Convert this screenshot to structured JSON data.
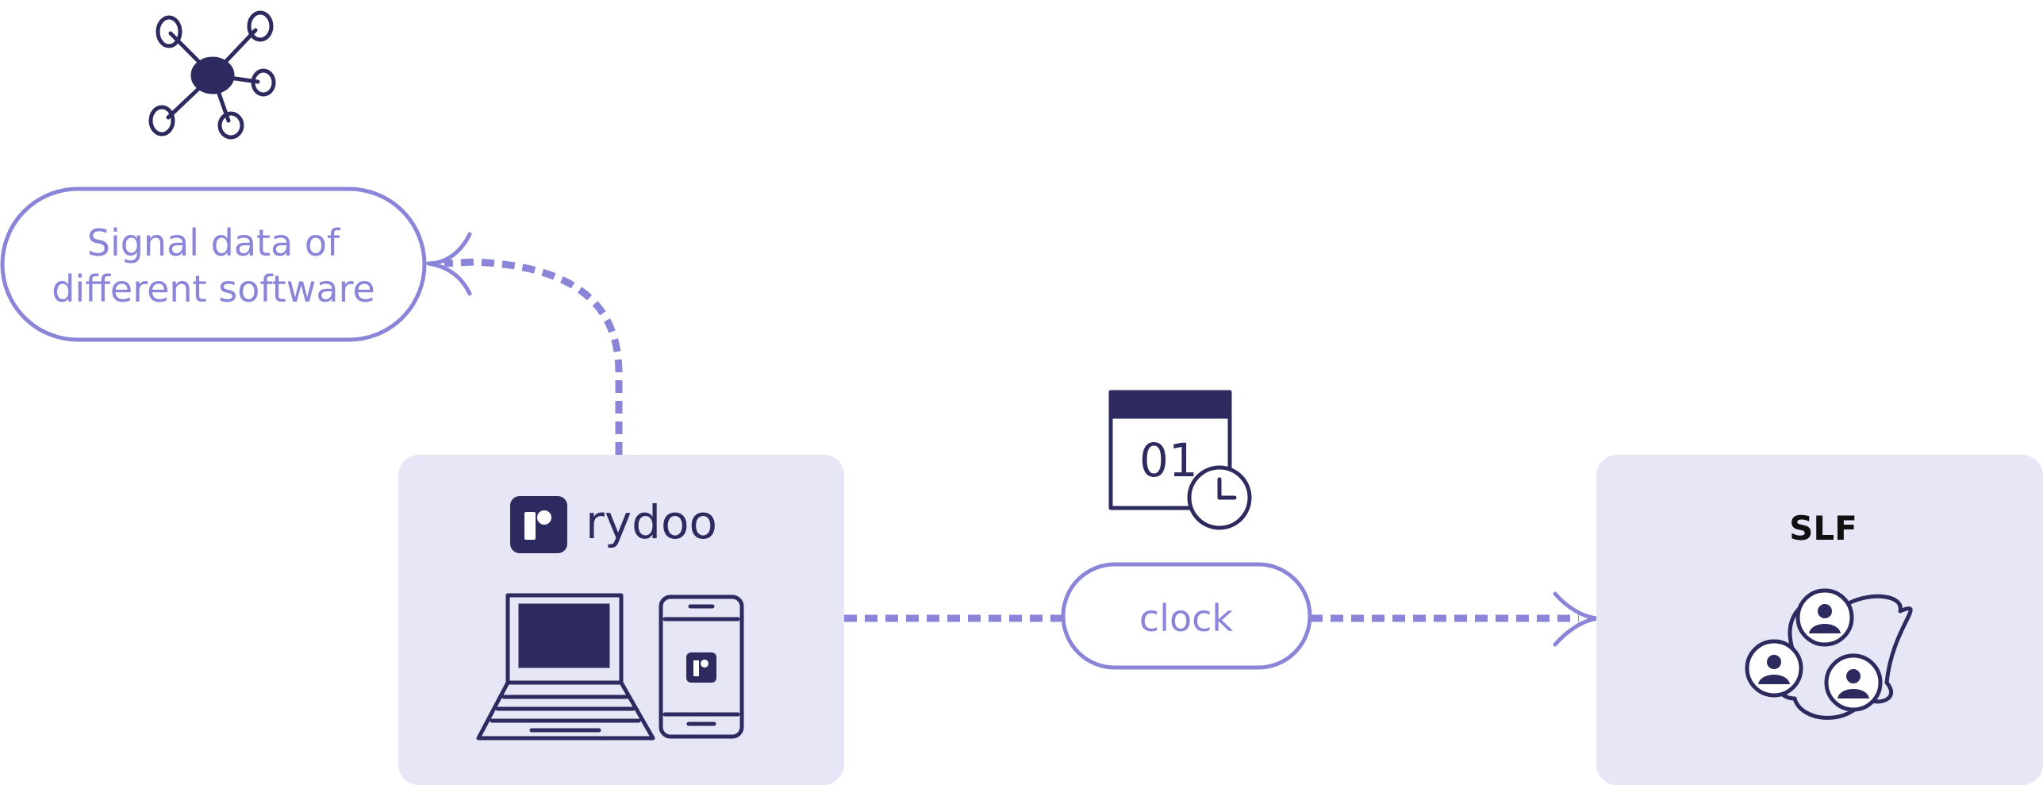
{
  "colors": {
    "accent": "#8a85d8",
    "ink": "#2d2a5f",
    "box_fill": "#e7e6f6"
  },
  "nodes": {
    "signal": {
      "label_line1": "Signal data of",
      "label_line2": "different software",
      "icon": "network-icon"
    },
    "rydoo": {
      "brand": "rydoo",
      "icon": "laptop-and-phone-icon"
    },
    "clock": {
      "label": "clock",
      "icon": "calendar-clock-icon"
    },
    "slf": {
      "label": "SLF",
      "icon": "people-group-icon"
    }
  }
}
